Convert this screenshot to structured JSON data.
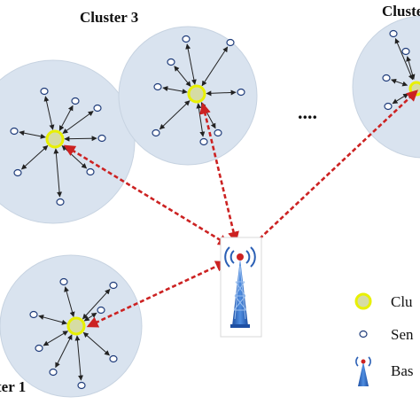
{
  "clusters": [
    {
      "label": "Cluster 3"
    },
    {
      "label": "Cluster"
    },
    {
      "label": "ter 1"
    }
  ],
  "ellipsis": "....",
  "legend": [
    {
      "text": "Clu",
      "icon": "cluster-head-icon"
    },
    {
      "text": "Sen",
      "icon": "sensor-node-icon"
    },
    {
      "text": "Bas",
      "icon": "base-station-icon"
    }
  ],
  "colors": {
    "cluster_fill": "#d9e3ef",
    "cluster_head_ring": "#e8f000",
    "sensor_stroke": "#1f3c7a",
    "link": "#cc2222",
    "tower": "#2a5fb5"
  }
}
